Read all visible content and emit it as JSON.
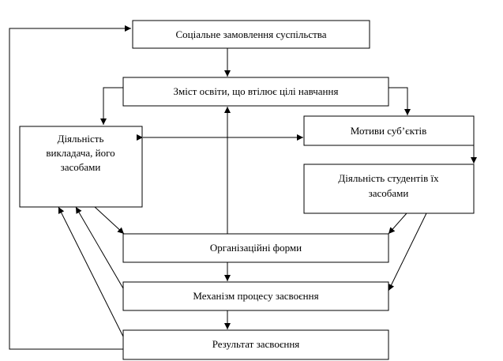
{
  "nodes": {
    "social_order": {
      "label": "Соціальне замовлення суспільства"
    },
    "education_content": {
      "label": "Зміст освіти, що втілює цілі навчання"
    },
    "teacher_activity": {
      "lines": [
        "Діяльність",
        "викладача, його",
        "засобами"
      ]
    },
    "subject_motives": {
      "label": "Мотиви суб’єктів"
    },
    "student_activity": {
      "lines": [
        "Діяльність студентів їх",
        "засобами"
      ]
    },
    "organizational_forms": {
      "label": "Організаційні форми"
    },
    "assimilation_mechanism": {
      "label": "Механізм процесу засвоєння"
    },
    "assimilation_result": {
      "label": "Результат засвоєння"
    }
  }
}
